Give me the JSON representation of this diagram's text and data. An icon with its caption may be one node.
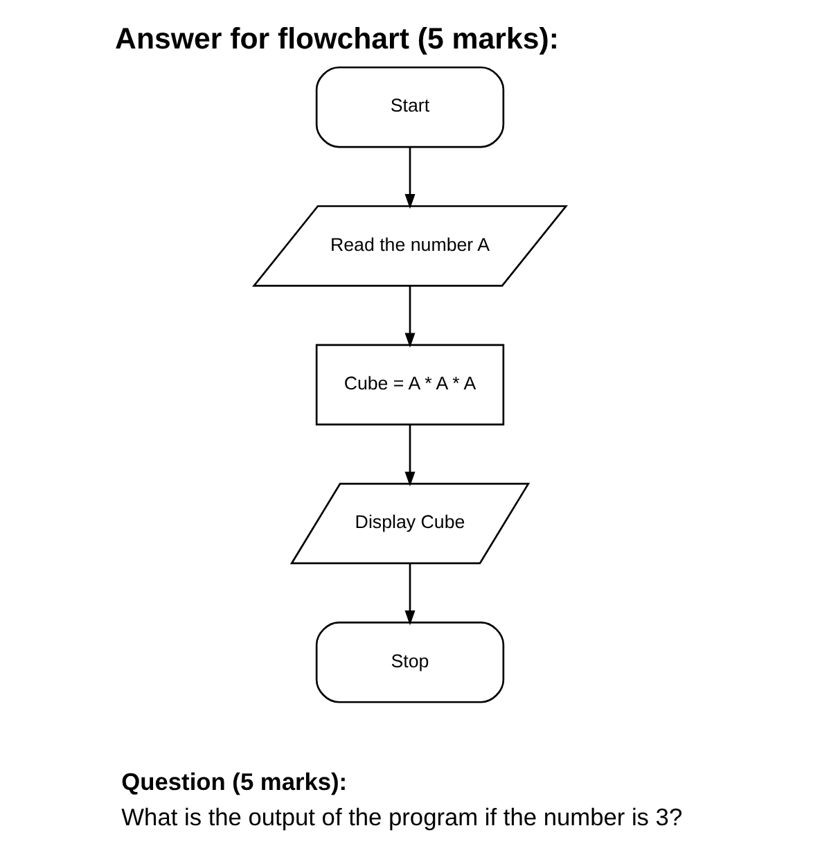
{
  "diagram": {
    "title": "Answer for flowchart (5 marks):",
    "nodes": [
      {
        "text": [
          "Start"
        ]
      },
      {
        "text": [
          "Read the number A"
        ]
      },
      {
        "text": [
          "Cube = A * A * A"
        ]
      },
      {
        "text": [
          "Display Cube"
        ]
      },
      {
        "text": [
          "Stop"
        ]
      }
    ],
    "edges": [
      {
        "from": 0,
        "to": 1,
        "arrow": "to"
      },
      {
        "from": 1,
        "to": 2,
        "arrow": "to"
      },
      {
        "from": 2,
        "to": 3,
        "arrow": "to"
      },
      {
        "from": 3,
        "to": 4,
        "arrow": "to"
      }
    ],
    "labels": [
      "Question (5 marks):",
      "What is the output of the program if the number is 3?"
    ]
  }
}
